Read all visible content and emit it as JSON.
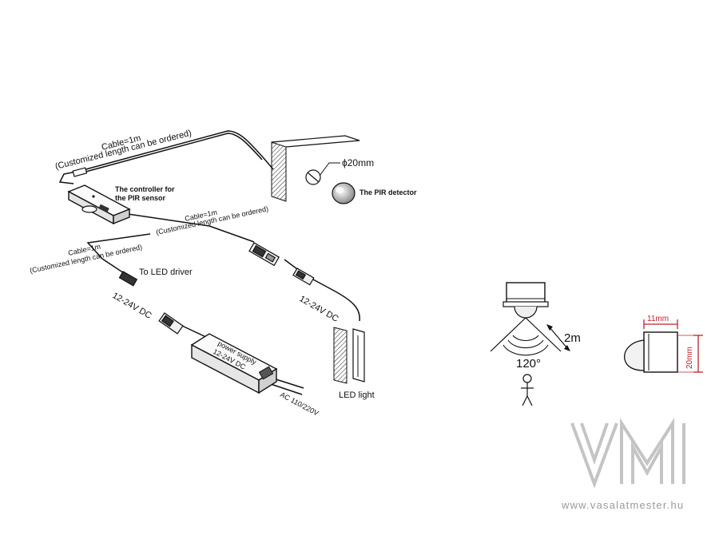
{
  "labels": {
    "cable_top_1": "Cable=1m",
    "cable_top_2": "(Customized length can be ordered)",
    "phi_size": "ϕ20mm",
    "pir_detector": "The PIR detector",
    "controller_1": "The controller for",
    "controller_2": "the PIR sensor",
    "cable_mid_1": "Cable=1m",
    "cable_mid_2": "(Customized length can be ordered)",
    "cable_left_1": "Cable=1m",
    "cable_left_2": "(Customized length can be ordered)",
    "to_led_driver": "To LED driver",
    "dc_left": "12-24V DC",
    "dc_right": "12-24V DC",
    "psu_1": "power supply",
    "psu_2": "12-24V DC",
    "ac": "AC 110/220V",
    "led_light": "LED light",
    "distance": "2m",
    "angle": "120°",
    "dim_width": "11mm",
    "dim_height": "20mm"
  },
  "watermark": {
    "logo": "VM",
    "url": "www.vasalatmester.hu"
  },
  "colors": {
    "line": "#111111",
    "dimension": "#c0202a",
    "watermark": "#9a9a9a"
  }
}
